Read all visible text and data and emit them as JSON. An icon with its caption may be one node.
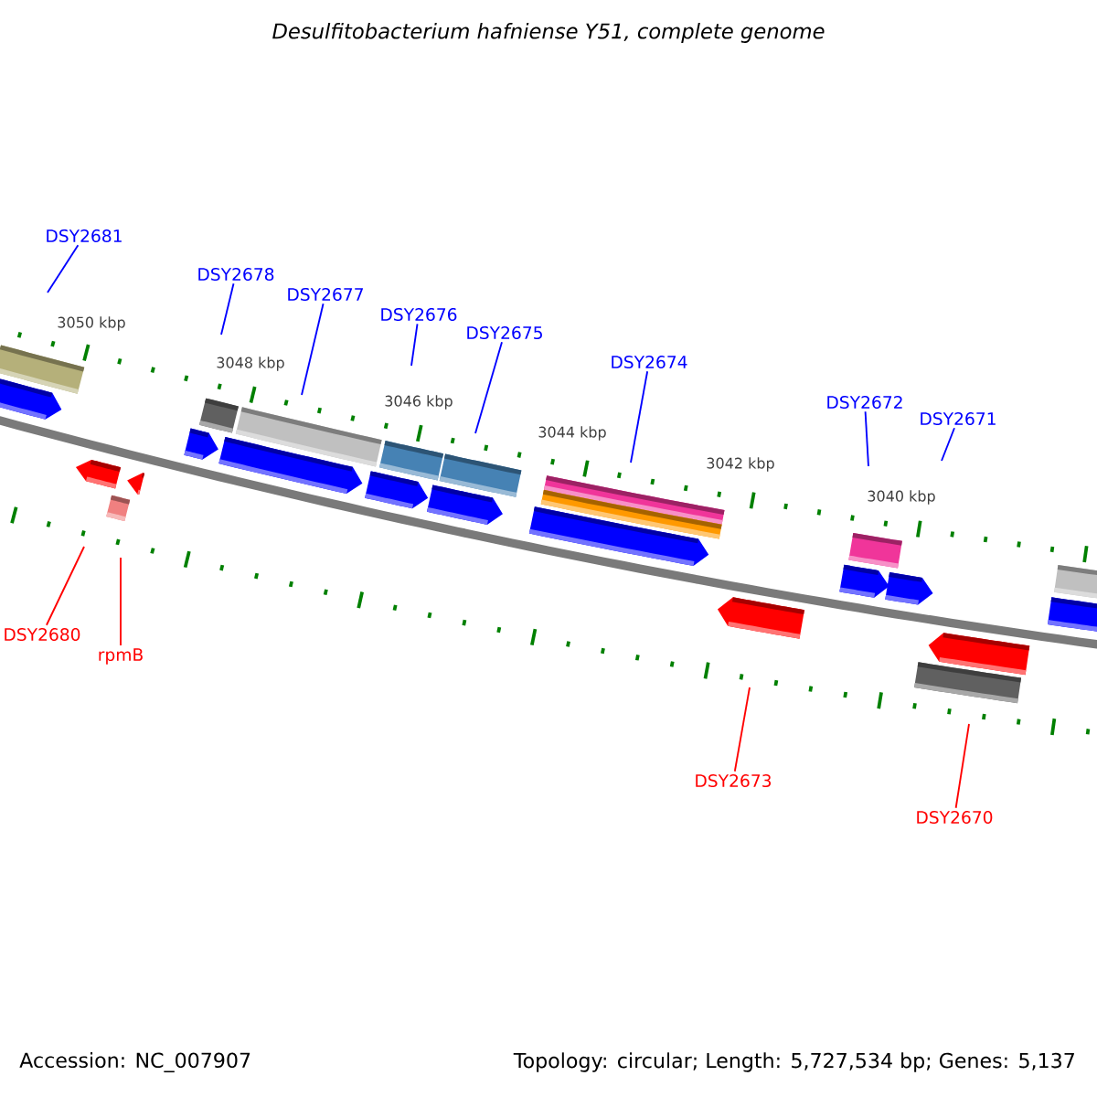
{
  "diagram": {
    "title": "Desulfitobacterium hafniense Y51, complete genome",
    "nodes": [
      {
        "text": [
          "DSY2681"
        ]
      },
      {
        "text": [
          "DSY2678"
        ]
      },
      {
        "text": [
          "DSY2677"
        ]
      },
      {
        "text": [
          "DSY2676"
        ]
      },
      {
        "text": [
          "DSY2675"
        ]
      },
      {
        "text": [
          "DSY2674"
        ]
      },
      {
        "text": [
          "DSY2672"
        ]
      },
      {
        "text": [
          "DSY2671"
        ]
      },
      {
        "text": [
          "DSY2680"
        ]
      },
      {
        "text": [
          "rpmB"
        ]
      },
      {
        "text": [
          "DSY2673"
        ]
      },
      {
        "text": [
          "DSY2670"
        ]
      }
    ],
    "edges": [
      {
        "from": 0,
        "to": null,
        "arrow": "none"
      },
      {
        "from": 1,
        "to": null,
        "arrow": "none"
      },
      {
        "from": 2,
        "to": null,
        "arrow": "none"
      },
      {
        "from": 3,
        "to": null,
        "arrow": "none"
      },
      {
        "from": 4,
        "to": null,
        "arrow": "none"
      },
      {
        "from": 5,
        "to": null,
        "arrow": "none"
      },
      {
        "from": 6,
        "to": null,
        "arrow": "none"
      },
      {
        "from": 7,
        "to": null,
        "arrow": "none"
      },
      {
        "from": 8,
        "to": null,
        "arrow": "none",
        "color": "#ff0000"
      },
      {
        "from": 9,
        "to": null,
        "arrow": "none",
        "color": "#ff0000"
      },
      {
        "from": 10,
        "to": null,
        "arrow": "none",
        "color": "#ff0000"
      },
      {
        "from": 11,
        "to": null,
        "arrow": "none",
        "color": "#ff0000"
      }
    ],
    "labels": [
      "3050 kbp",
      "3048 kbp",
      "3046 kbp",
      "3044 kbp",
      "3042 kbp",
      "3040 kbp",
      "Accession: NC_007907",
      "Topology: circular; Length: 5,727,534 bp; Genes: 5,137"
    ]
  }
}
